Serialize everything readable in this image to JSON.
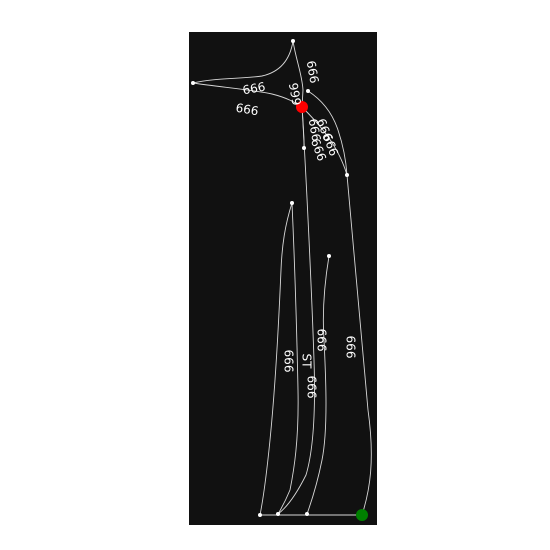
{
  "diagram": {
    "background": "#111111",
    "edge_color": "#d8d8d8",
    "node_color": "#ffffff",
    "start_node_color": "#ff0000",
    "end_node_color": "#008000",
    "labels": {
      "l1": "666",
      "l2": "666",
      "l3": "666",
      "l4": "666",
      "l5": "666",
      "l6": "666",
      "l7": "666",
      "l8": "666",
      "l9": "666",
      "l10": "666",
      "l11": "666",
      "l12": "ST",
      "l13": "666"
    }
  }
}
